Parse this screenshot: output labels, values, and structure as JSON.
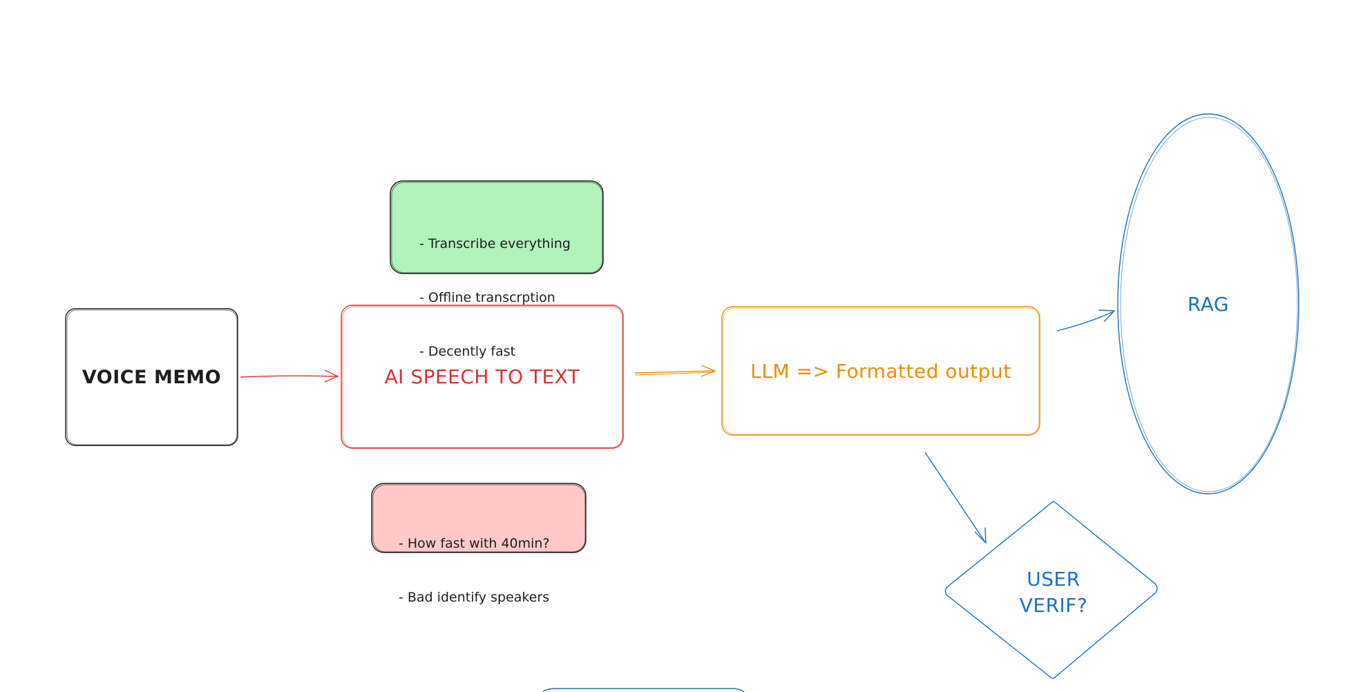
{
  "diagram": {
    "nodes": {
      "voice_memo": {
        "label": "VOICE MEMO"
      },
      "speech_to_text": {
        "label": "AI SPEECH TO TEXT"
      },
      "llm_output": {
        "label": "LLM => Formatted output"
      },
      "rag": {
        "label": "RAG"
      },
      "user_verif": {
        "label_line1": "USER",
        "label_line2": "VERIF?"
      }
    },
    "notes": {
      "pros": {
        "lines": [
          "- Transcribe everything",
          "- Offline transcrption",
          "- Decently fast"
        ]
      },
      "cons": {
        "lines": [
          "- How fast with 40min?",
          "- Bad identify speakers"
        ]
      }
    },
    "colors": {
      "black": "#1e1e1e",
      "red": "#e03131",
      "orange": "#f08c00",
      "blue": "#1971c2",
      "green_fill": "#b2f2bb",
      "pink_fill": "#ffc9c9"
    }
  }
}
